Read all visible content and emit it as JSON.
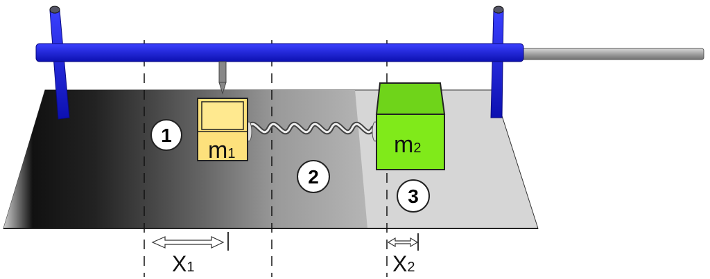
{
  "diagram": {
    "mass1": {
      "base": "m",
      "sub": "1"
    },
    "mass2": {
      "base": "m",
      "sub": "2"
    },
    "markers": [
      "1",
      "2",
      "3"
    ],
    "displacement1": {
      "base": "X",
      "sub": "1"
    },
    "displacement2": {
      "base": "X",
      "sub": "2"
    }
  },
  "colors": {
    "frame": "#1a1ee0",
    "rod": "#a8a8a8",
    "mass1": "#fde17c",
    "mass2": "#80ea1a",
    "plate_light": "#d6d6d6"
  }
}
